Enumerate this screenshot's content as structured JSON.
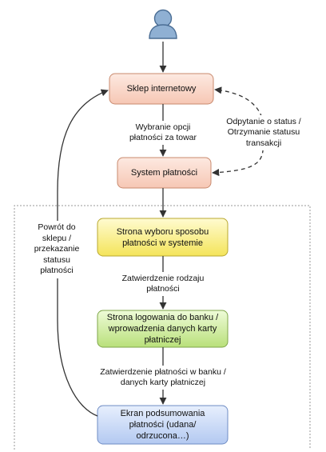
{
  "nodes": {
    "shop": {
      "label": "Sklep internetowy",
      "fill_top": "#fde9e1",
      "fill_bottom": "#f6c7b4",
      "stroke": "#c98a6e"
    },
    "payment_system": {
      "label": "System płatności",
      "fill_top": "#fde9e1",
      "fill_bottom": "#f6c7b4",
      "stroke": "#c98a6e"
    },
    "method_page": {
      "label": "Strona wyboru sposobu płatności w systemie",
      "fill_top": "#fffbd0",
      "fill_bottom": "#f4e45a",
      "stroke": "#b8a830"
    },
    "bank_login": {
      "label": "Strona logowania do banku / wprowadzenia danych karty płatniczej",
      "fill_top": "#eefbd8",
      "fill_bottom": "#b9e07a",
      "stroke": "#7fa64a"
    },
    "summary": {
      "label": "Ekran podsumowania płatności (udana/ odrzucona…)",
      "fill_top": "#e7effd",
      "fill_bottom": "#b3c9f1",
      "stroke": "#6f8cc4"
    }
  },
  "edges": {
    "choose_payment": "Wybranie opcji płatności za towar",
    "status_query": "Odpytanie o status / Otrzymanie statusu transakcji",
    "confirm_type": "Zatwierdzenie rodzaju płatności",
    "confirm_payment": "Zatwierdzenie płatności w banku / danych karty płatniczej",
    "return_to_shop": "Powrót do sklepu / przekazanie statusu płatności"
  },
  "colors": {
    "user_icon": "#8fb0d3",
    "user_icon_stroke": "#4a6d94",
    "boundary": "#999999",
    "arrow": "#333333"
  },
  "icons": {
    "actor": "user-icon"
  }
}
